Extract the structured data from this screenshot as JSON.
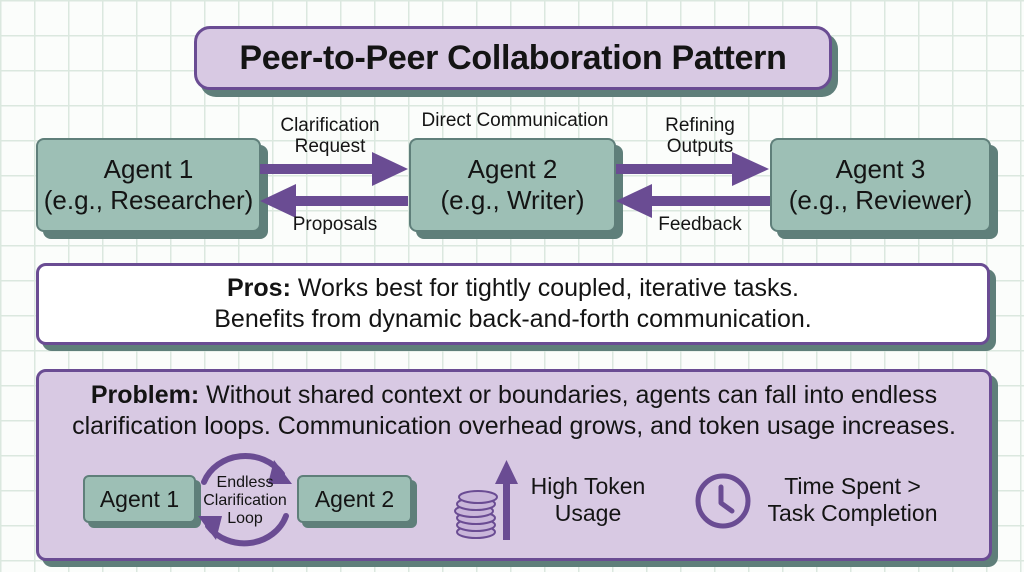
{
  "title": "Peer-to-Peer Collaboration Pattern",
  "colors": {
    "accent_purple": "#6a4c93",
    "agent_fill": "#9dbfb5",
    "shadow_teal": "#5f7f7a",
    "panel_lavender": "#d8c9e3",
    "grid_line": "#dbe8df"
  },
  "agents": [
    {
      "name": "Agent 1",
      "role": "(e.g., Researcher)"
    },
    {
      "name": "Agent 2",
      "role": "(e.g., Writer)"
    },
    {
      "name": "Agent 3",
      "role": "(e.g., Reviewer)"
    }
  ],
  "center_label": "Direct Communication",
  "arrows": {
    "a1_to_a2": {
      "line1": "Clarification",
      "line2": "Request"
    },
    "a2_to_a1": "Proposals",
    "a2_to_a3": {
      "line1": "Refining",
      "line2": "Outputs"
    },
    "a3_to_a2": "Feedback"
  },
  "pros": {
    "label": "Pros:",
    "line1": " Works best for tightly coupled, iterative tasks.",
    "line2": "Benefits from dynamic back-and-forth communication."
  },
  "problem": {
    "label": "Problem:",
    "line1": " Without shared context or boundaries, agents can fall into endless",
    "line2": "clarification loops. Communication overhead grows, and token usage increases."
  },
  "loop": {
    "agent_left": "Agent 1",
    "agent_right": "Agent 2",
    "line1": "Endless",
    "line2": "Clarification",
    "line3": "Loop"
  },
  "tokens": {
    "icon": "coin-stack-icon",
    "line1": "High Token",
    "line2": "Usage"
  },
  "time": {
    "icon": "clock-icon",
    "line1": "Time Spent >",
    "line2": "Task Completion"
  }
}
